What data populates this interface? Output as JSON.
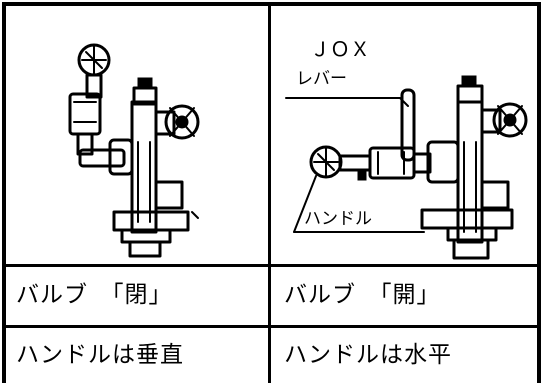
{
  "table": {
    "rows": [
      {
        "left": "バルブ　「閉」",
        "right": "バルブ　「開」"
      },
      {
        "left": "ハンドルは垂直",
        "right": "ハンドルは水平"
      }
    ]
  },
  "diagram_right": {
    "label_jox": "ＪＯＸ",
    "label_lever": "レバー",
    "label_handle": "ハンドル"
  }
}
